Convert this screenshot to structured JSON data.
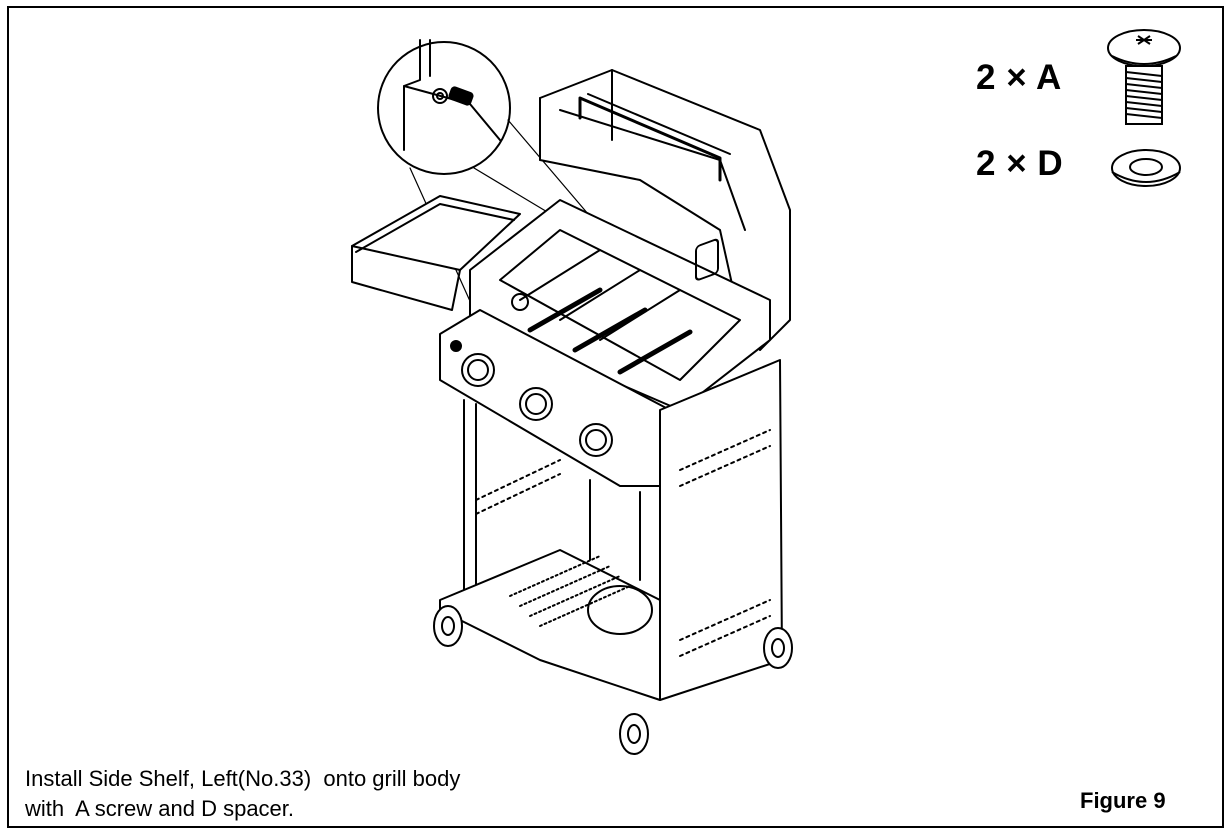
{
  "hardware": [
    {
      "label": "2 × A",
      "part": "screw",
      "icon": "screw-icon"
    },
    {
      "label": "2 × D",
      "part": "spacer",
      "icon": "washer-icon"
    }
  ],
  "caption": {
    "line1": "Install Side Shelf, Left(No.33)  onto grill body",
    "line2": "with  A screw and D spacer."
  },
  "figure_label": "Figure 9",
  "illustration": {
    "icon": "grill-assembly-illustration",
    "detail": "zoom-detail-callout"
  }
}
